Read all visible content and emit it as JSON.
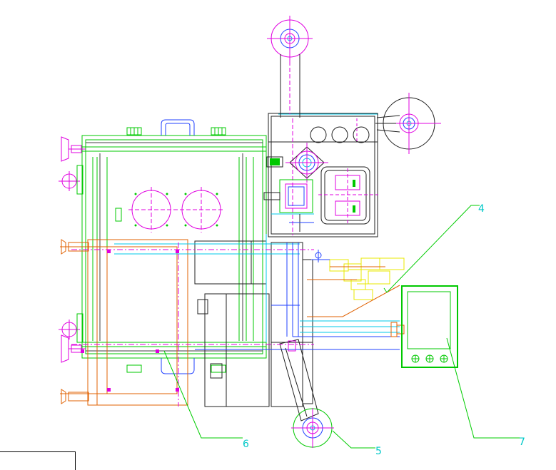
{
  "drawing": {
    "callouts": [
      {
        "id": "4",
        "label": "4"
      },
      {
        "id": "5",
        "label": "5"
      },
      {
        "id": "6",
        "label": "6"
      },
      {
        "id": "7",
        "label": "7"
      }
    ],
    "colors": {
      "frame_green": "#00c800",
      "leader_green": "#00cc00",
      "magenta": "#e000e0",
      "cyan": "#00c8e8",
      "blue": "#2040ff",
      "orange": "#e06000",
      "yellow": "#e8e800",
      "black": "#000000",
      "callout_text": "#00c8c8"
    }
  }
}
